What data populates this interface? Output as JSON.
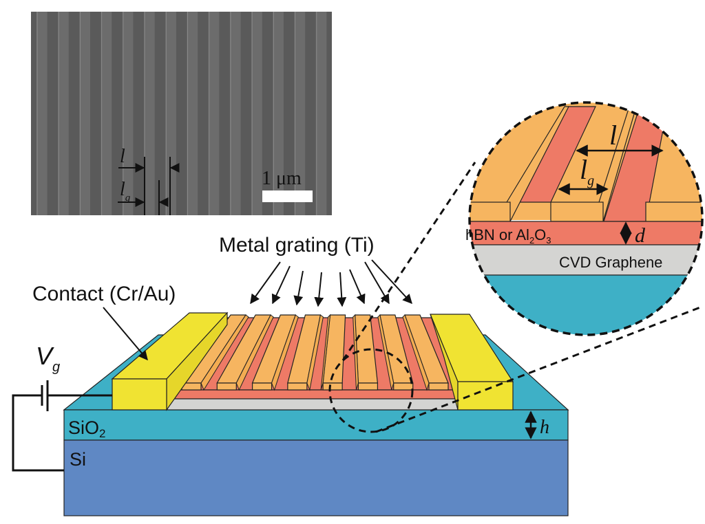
{
  "figure": {
    "sem_image": {
      "label_l": "l",
      "label_lg_main": "l",
      "label_lg_sub": "g",
      "scale_bar_label": "1 μm",
      "stripe_count": 14
    },
    "callouts": {
      "metal_grating": "Metal grating (Ti)",
      "contact": "Contact (Cr/Au)"
    },
    "gate_voltage": {
      "symbol": "V",
      "subscript": "g"
    },
    "substrate_layers": {
      "sio2_main": "SiO",
      "sio2_sub": "2",
      "si": "Si",
      "thickness_symbol": "h"
    },
    "inset": {
      "label_l": "l",
      "label_lg_main": "l",
      "label_lg_sub": "g",
      "dielectric_main": "hBN or Al",
      "dielectric_sub1": "2",
      "dielectric_mid": "O",
      "dielectric_sub2": "3",
      "thickness_symbol": "d",
      "graphene": "CVD Graphene"
    },
    "grating_strip_count": 8,
    "colors": {
      "contact_yellow": "#F0E332",
      "grating_orange": "#F6B560",
      "dielectric_red": "#EE7A66",
      "graphene_gray": "#D4D4D2",
      "sio2_teal": "#3EB0C6",
      "si_blue": "#5F88C4",
      "sem_dark": "#4e4e4e",
      "sem_light": "#6c6c6c"
    }
  }
}
